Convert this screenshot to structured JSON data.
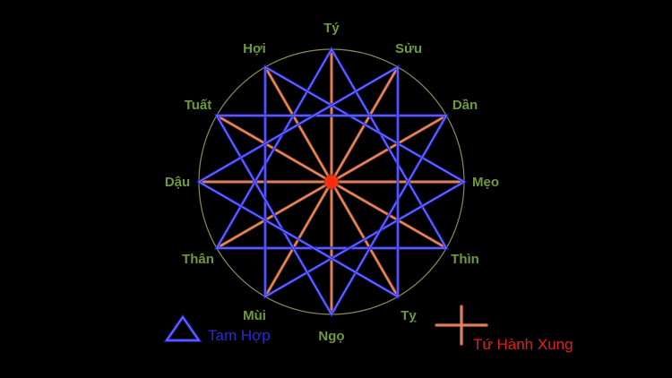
{
  "branches": [
    "Tý",
    "Sửu",
    "Dần",
    "Mẹo",
    "Thìn",
    "Tỵ",
    "Ngọ",
    "Mùi",
    "Thân",
    "Dậu",
    "Tuất",
    "Hợi"
  ],
  "tam_hop_groups": [
    [
      "Thân",
      "Tý",
      "Thìn"
    ],
    [
      "Hợi",
      "Mẹo",
      "Mùi"
    ],
    [
      "Dần",
      "Ngọ",
      "Tuất"
    ],
    [
      "Tỵ",
      "Dậu",
      "Sửu"
    ]
  ],
  "tu_hanh_xung_groups": [
    [
      "Tý",
      "Ngọ",
      "Mẹo",
      "Dậu"
    ],
    [
      "Thìn",
      "Tuất",
      "Sửu",
      "Mùi"
    ],
    [
      "Dần",
      "Thân",
      "Tỵ",
      "Hợi"
    ]
  ],
  "legend": {
    "tam_hop": "Tam Hợp",
    "tu_hanh_xung": "Tứ Hành Xung"
  },
  "colors": {
    "background": "#000000",
    "circle": "#8a8a5a",
    "label": "#6f9a3a",
    "tam_hop_line": "#2a2ad8",
    "tam_hop_highlight": "#8a8aff",
    "tu_hanh_xung_line": "#c8643c",
    "tu_hanh_xung_highlight": "#f0a07a",
    "center": "#ff2a10",
    "legend_tam_hop_text": "#2a2ad8",
    "legend_tu_hanh_xung_text": "#e02020"
  }
}
